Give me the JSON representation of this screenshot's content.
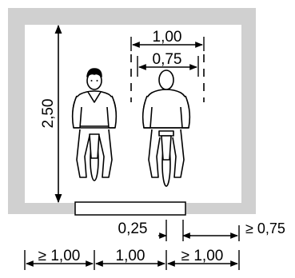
{
  "diagram": {
    "height_label": "2,50",
    "width_outer_label": "1,00",
    "width_inner_label": "0,75",
    "offset_label": "0,25",
    "min_side_label": "≥ 0,75",
    "bottom_dims": [
      "≥ 1,00",
      "1,00",
      "≥ 1,00"
    ]
  },
  "colors": {
    "frame": "#d0d0d0",
    "interior": "#ffffff",
    "line": "#000000",
    "figure_fill": "#ffffff"
  }
}
